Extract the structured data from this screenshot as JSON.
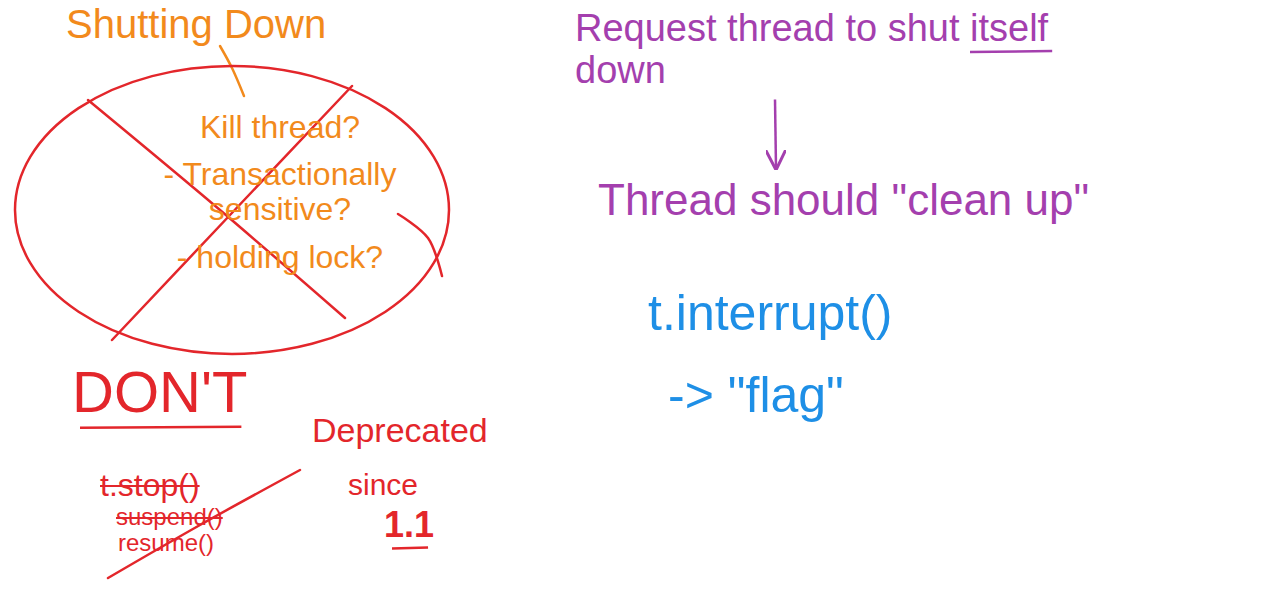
{
  "diagram": {
    "title": "Shutting Down",
    "nodes": [
      {
        "text": [
          "Kill thread?",
          "- Transactionally sensitive?",
          "- holding lock?"
        ]
      }
    ],
    "labels": [
      "DON'T",
      "t.stop()",
      "suspend()",
      "resume()",
      "Deprecated",
      "since",
      "1.1",
      "Request thread to shut itself down",
      "Thread should \"clean up\"",
      "t.interrupt()",
      "-> \"flag\""
    ]
  }
}
